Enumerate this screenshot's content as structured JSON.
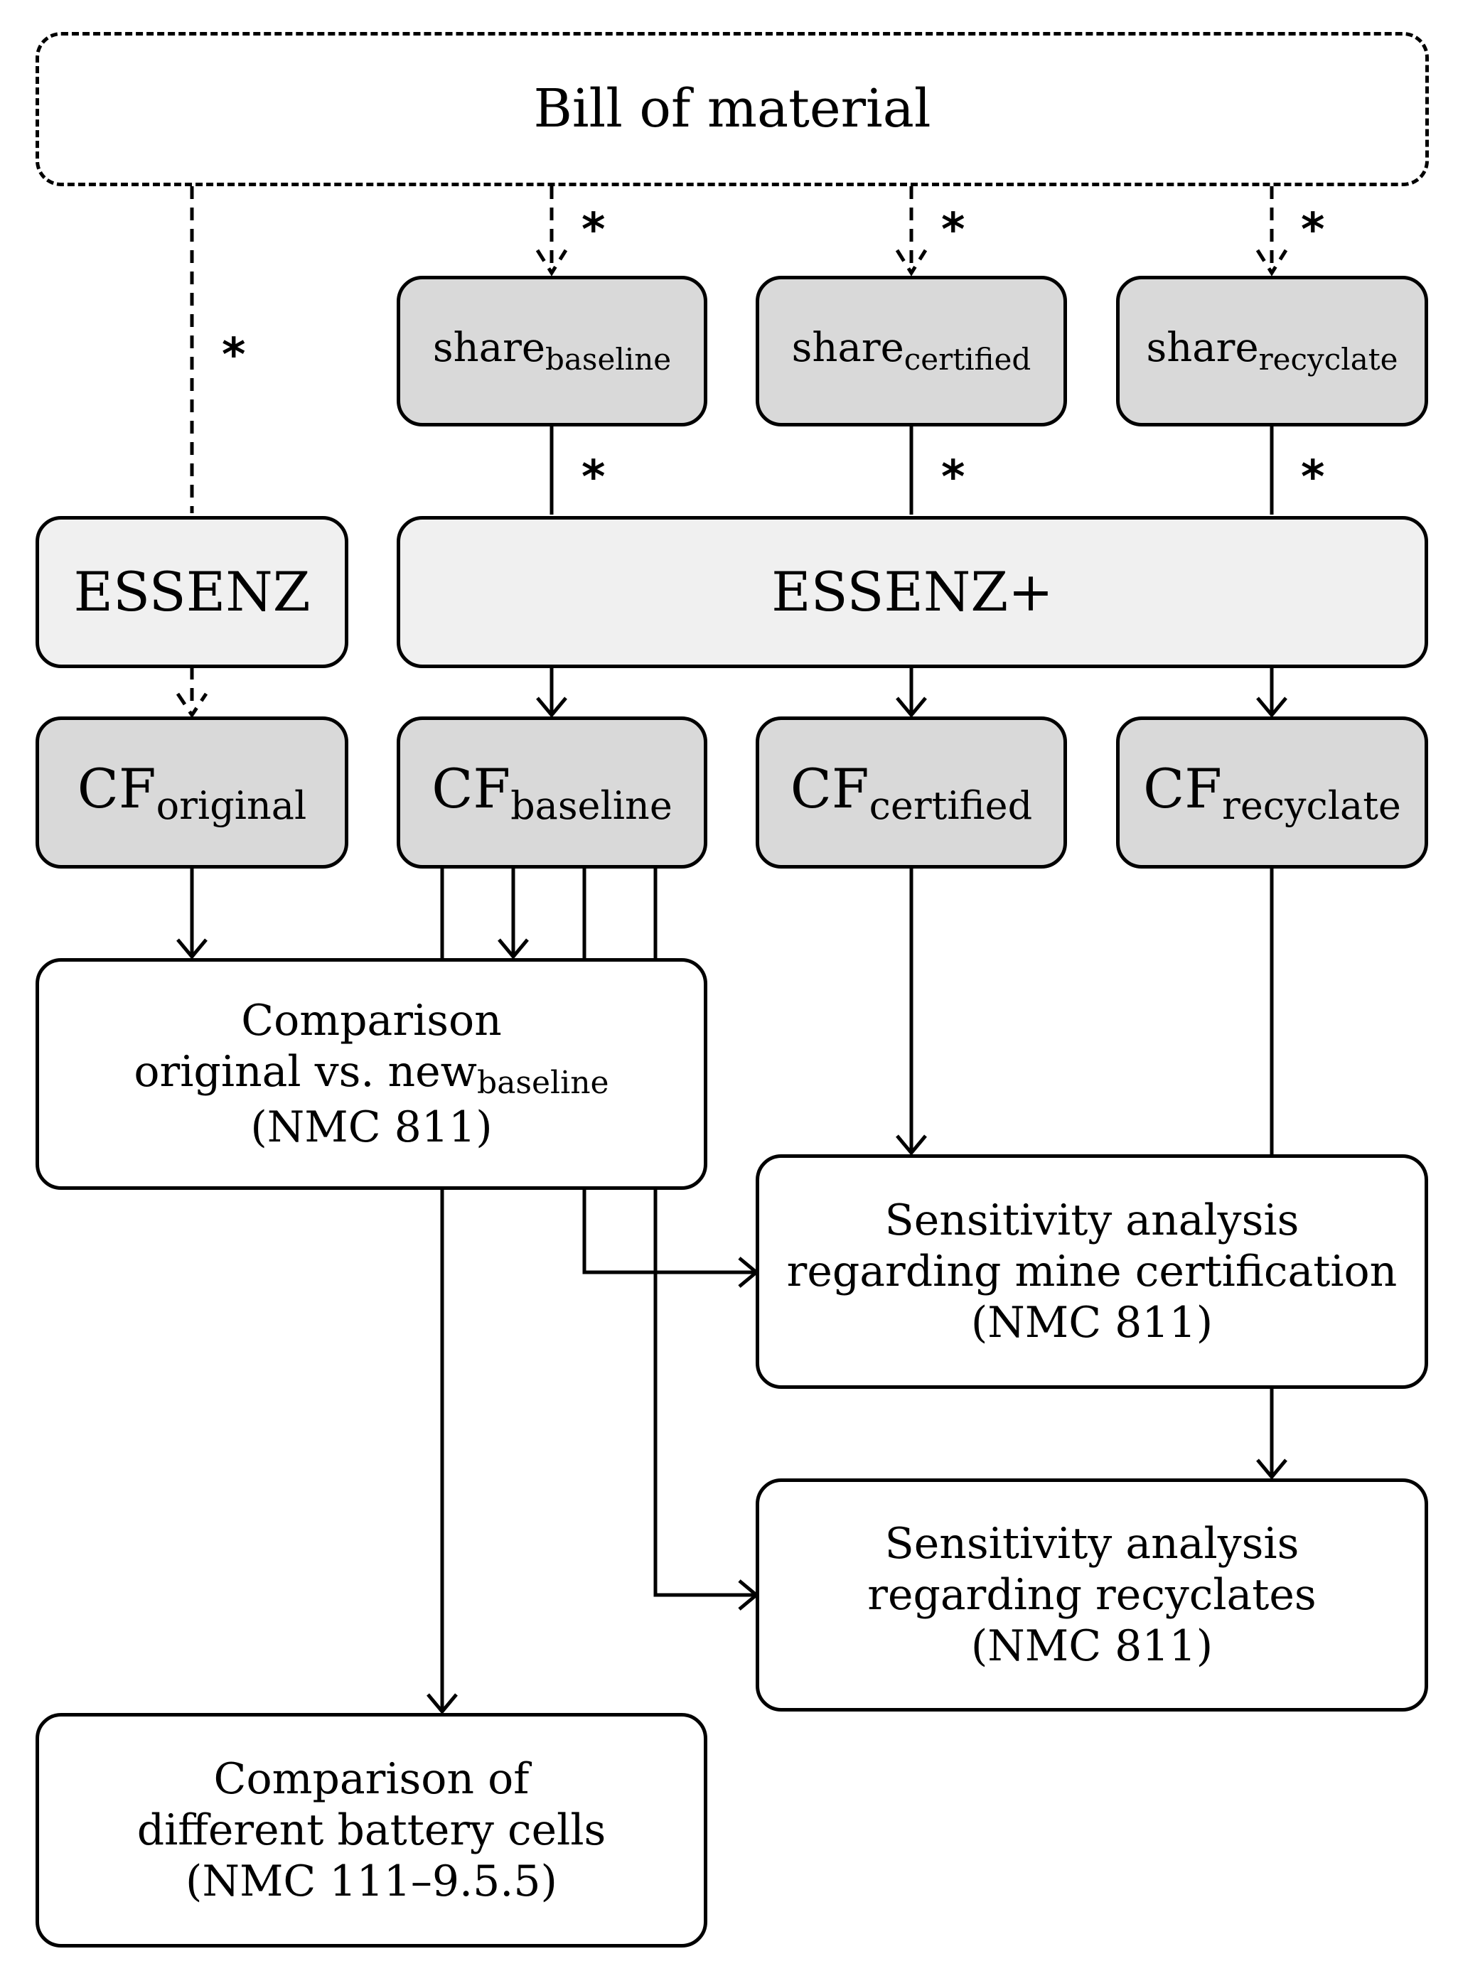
{
  "nodes": {
    "bom": {
      "label": "Bill of material"
    },
    "share_baseline": {
      "main": "share",
      "sub": "baseline"
    },
    "share_certified": {
      "main": "share",
      "sub": "certified"
    },
    "share_recyclate": {
      "main": "share",
      "sub": "recyclate"
    },
    "essenz": {
      "label": "ESSENZ"
    },
    "essenz_plus": {
      "label": "ESSENZ+"
    },
    "cf_original": {
      "main": "CF",
      "sub": "original"
    },
    "cf_baseline": {
      "main": "CF",
      "sub": "baseline"
    },
    "cf_certified": {
      "main": "CF",
      "sub": "certified"
    },
    "cf_recyclate": {
      "main": "CF",
      "sub": "recyclate"
    },
    "comparison_original": {
      "line1": "Comparison",
      "line2": "original vs. new",
      "line2_sub": "baseline",
      "line3": "(NMC 811)"
    },
    "sensitivity_mine": {
      "line1": "Sensitivity analysis",
      "line2": "regarding mine certification",
      "line3": "(NMC 811)"
    },
    "sensitivity_recyclates": {
      "line1": "Sensitivity analysis",
      "line2": "regarding recyclates",
      "line3": "(NMC 811)"
    },
    "comparison_cells": {
      "line1": "Comparison of",
      "line2": "different battery cells",
      "line3": "(NMC 111–9.5.5)"
    }
  },
  "marker": "*"
}
